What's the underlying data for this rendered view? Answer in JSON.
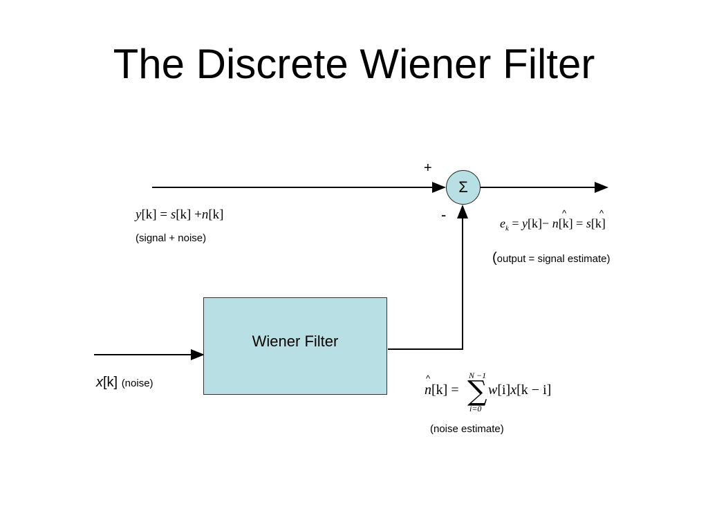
{
  "title": "The Discrete Wiener Filter",
  "filter_block": {
    "label": "Wiener Filter"
  },
  "summer": {
    "symbol": "Σ",
    "plus": "+",
    "minus": "-"
  },
  "input_yk": {
    "y": "y",
    "k1": "[k] = ",
    "s": "s",
    "k2": "[k] +",
    "n": "n",
    "k3": "[k]",
    "caption": "(signal + noise)"
  },
  "input_xk": {
    "x": "x",
    "k": "[k]",
    "caption": "(noise)"
  },
  "output": {
    "e": "e",
    "e_sub": "k",
    "eq1": " = ",
    "y": "y",
    "yk": "[k]− ",
    "n": "n",
    "nk": "[k] = ",
    "s": "s",
    "sk": "[k]",
    "hat": "^",
    "caption_open": "(",
    "caption": "output = signal estimate)"
  },
  "noise_estimate": {
    "n": "n",
    "nk": "[k] = ",
    "hat": "^",
    "sum_upper": "N −1",
    "sum_lower": "i=0",
    "w": "w",
    "wi": "[i]",
    "x": "x",
    "xki": "[k − i]",
    "caption": "(noise estimate)"
  },
  "colors": {
    "block_fill": "#b8dfe3",
    "line": "#000000"
  }
}
